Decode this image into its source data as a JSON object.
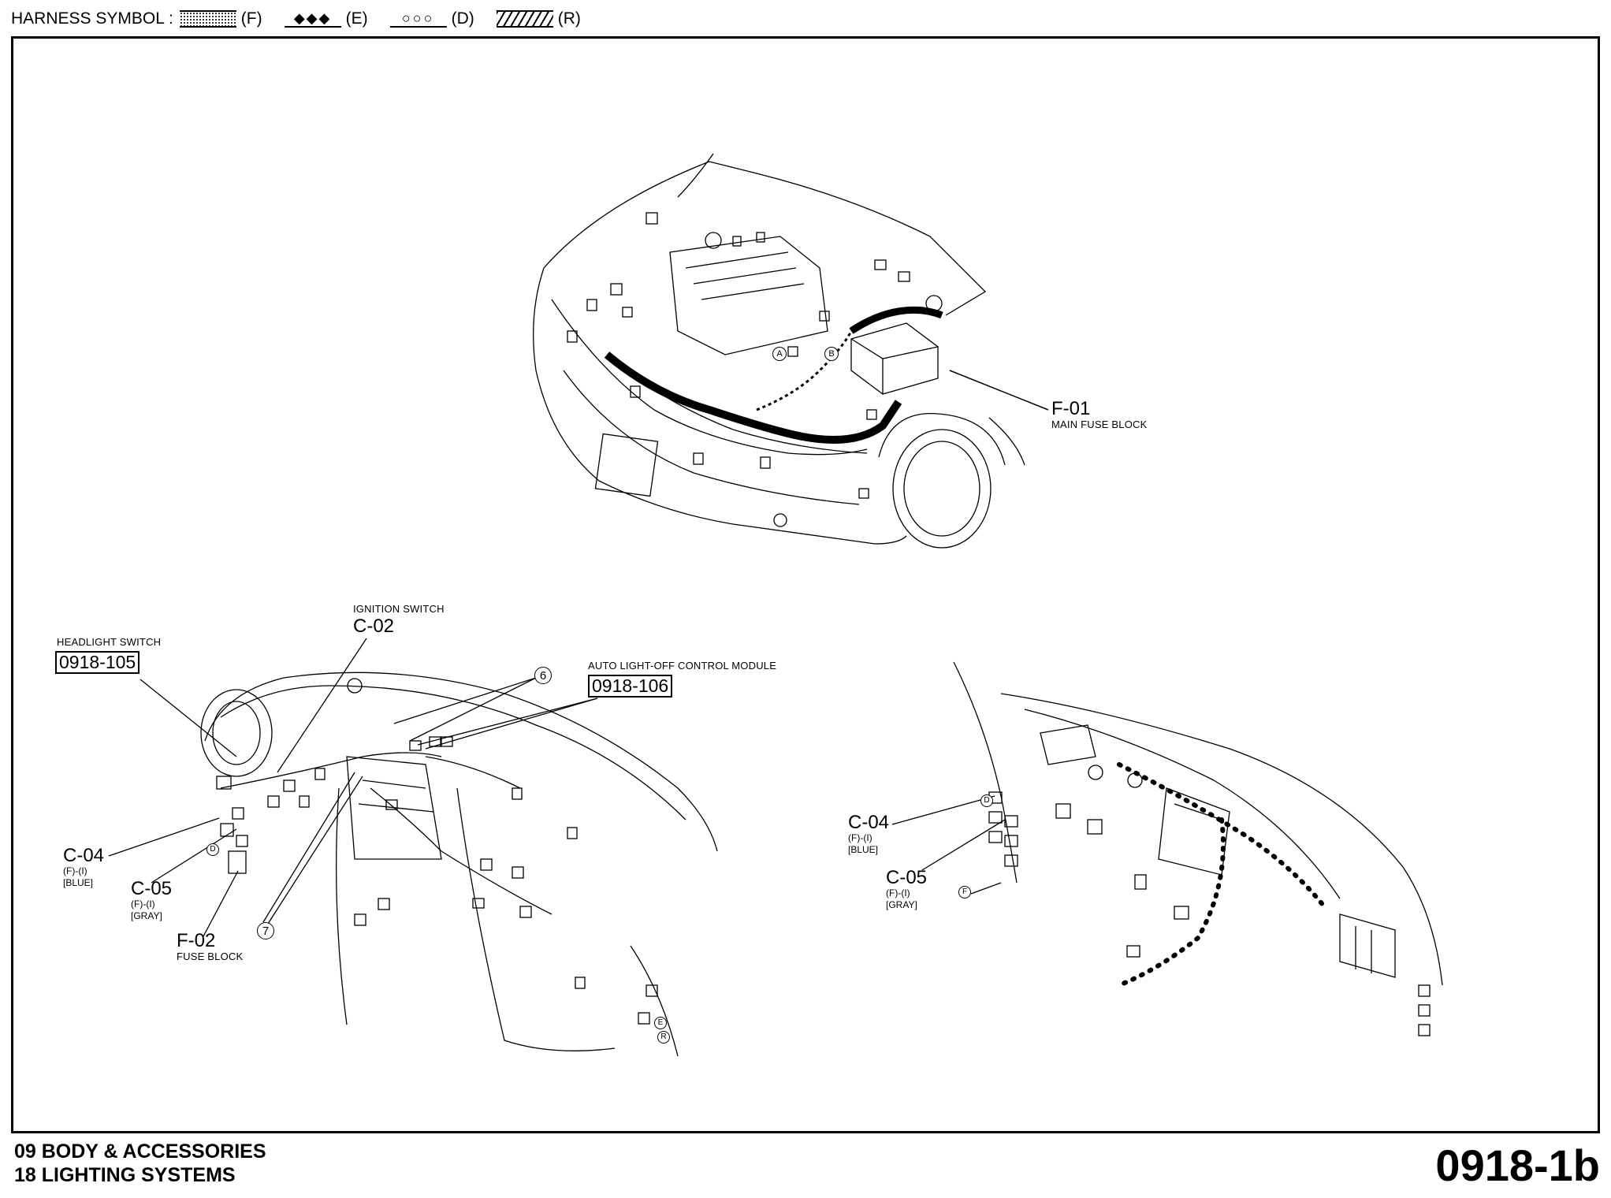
{
  "legend": {
    "title": "HARNESS SYMBOL :",
    "items": [
      {
        "code": "(F)",
        "glyph": ""
      },
      {
        "code": "(E)",
        "glyph": "◆◆◆"
      },
      {
        "code": "(D)",
        "glyph": "○○○"
      },
      {
        "code": "(R)",
        "glyph": ""
      }
    ]
  },
  "components": {
    "f01": {
      "code": "F-01",
      "name": "MAIN FUSE BLOCK"
    },
    "ignition": {
      "name": "IGNITION SWITCH",
      "code": "C-02"
    },
    "headlight": {
      "name": "HEADLIGHT SWITCH",
      "ref": "0918-105"
    },
    "autolight": {
      "name": "AUTO LIGHT-OFF CONTROL MODULE",
      "ref": "0918-106"
    },
    "c04_left": {
      "code": "C-04",
      "spec": "(F)-(I)",
      "color": "[BLUE]"
    },
    "c05_left": {
      "code": "C-05",
      "spec": "(F)-(I)",
      "color": "[GRAY]"
    },
    "f02": {
      "code": "F-02",
      "name": "FUSE BLOCK"
    },
    "c04_right": {
      "code": "C-04",
      "spec": "(F)-(I)",
      "color": "[BLUE]"
    },
    "c05_right": {
      "code": "C-05",
      "spec": "(F)-(I)",
      "color": "[GRAY]"
    }
  },
  "callouts": {
    "six": "6",
    "seven": "7",
    "a": "A",
    "b": "B",
    "d": "D",
    "e": "E",
    "f": "F",
    "r": "R",
    "d2": "D"
  },
  "footer": {
    "section1": "09  BODY & ACCESSORIES",
    "section2": "18  LIGHTING SYSTEMS",
    "page": "0918-1b"
  }
}
